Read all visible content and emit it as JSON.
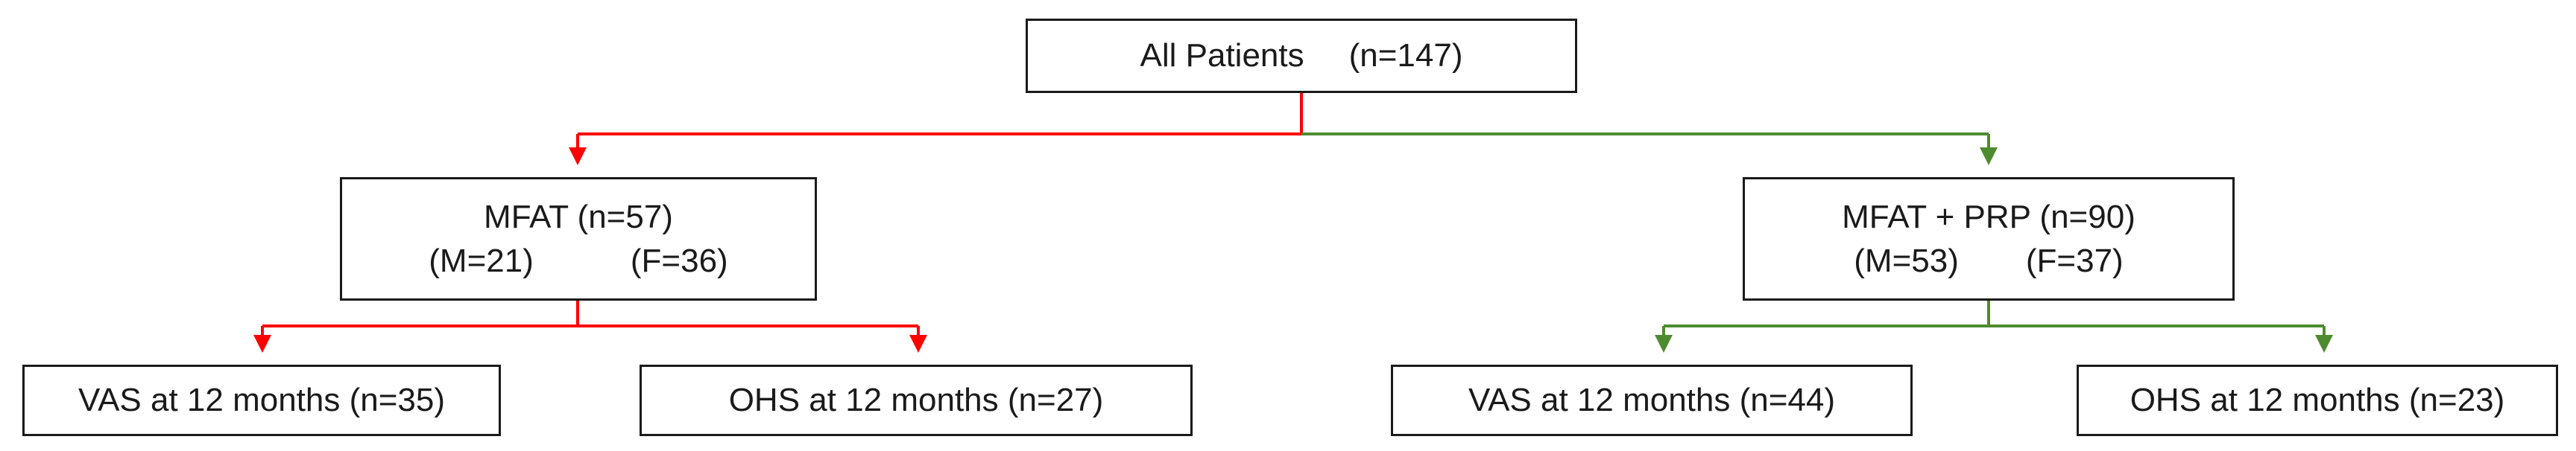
{
  "colors": {
    "red_branch": "#ff0000",
    "green_branch": "#4e8b2f",
    "box_border": "#1a1a1a"
  },
  "root": {
    "label": "All Patients",
    "count": "(n=147)"
  },
  "mfat": {
    "title": "MFAT (n=57)",
    "male": "(M=21)",
    "female": "(F=36)",
    "vas": "VAS at 12 months (n=35)",
    "ohs": "OHS at 12 months (n=27)"
  },
  "mfat_prp": {
    "title": "MFAT + PRP (n=90)",
    "male": "(M=53)",
    "female": "(F=37)",
    "vas": "VAS at 12 months (n=44)",
    "ohs": "OHS at 12 months (n=23)"
  }
}
